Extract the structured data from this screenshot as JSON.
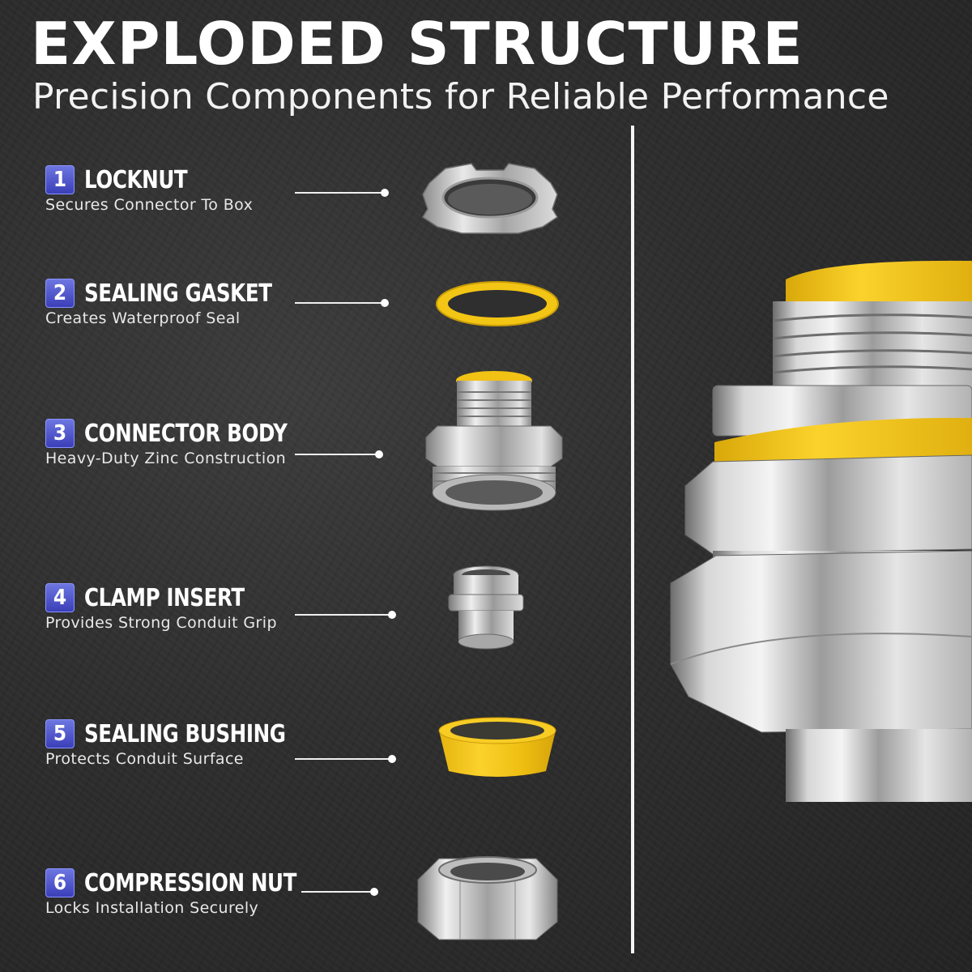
{
  "header": {
    "title": "EXPLODED STRUCTURE",
    "subtitle": "Precision Components for Reliable Performance"
  },
  "components": [
    {
      "number": "1",
      "name": "LOCKNUT",
      "description": "Secures Connector To Box",
      "icon": "locknut-icon"
    },
    {
      "number": "2",
      "name": "SEALING GASKET",
      "description": "Creates Waterproof Seal",
      "icon": "gasket-icon"
    },
    {
      "number": "3",
      "name": "CONNECTOR BODY",
      "description": "Heavy-Duty Zinc Construction",
      "icon": "connector-body-icon"
    },
    {
      "number": "4",
      "name": "CLAMP INSERT",
      "description": "Provides Strong Conduit Grip",
      "icon": "clamp-insert-icon"
    },
    {
      "number": "5",
      "name": "SEALING BUSHING",
      "description": "Protects Conduit Surface",
      "icon": "bushing-icon"
    },
    {
      "number": "6",
      "name": "COMPRESSION NUT",
      "description": "Locks Installation Securely",
      "icon": "compression-nut-icon"
    }
  ],
  "colors": {
    "background": "#2e2e2e",
    "badge": "#4a4fc8",
    "yellow": "#f2c21a",
    "metal": "#c9c9c9"
  }
}
